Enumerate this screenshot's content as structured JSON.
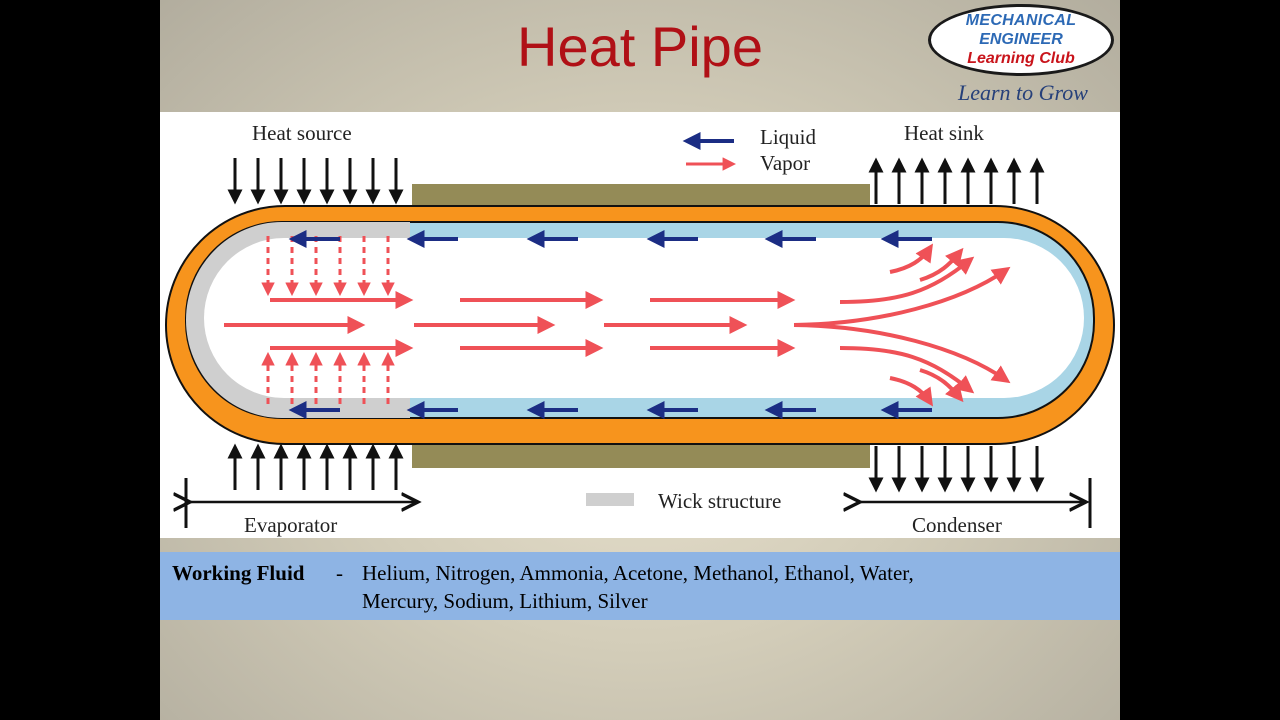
{
  "slide": {
    "title": "Heat Pipe"
  },
  "logo": {
    "line1": "MECHANICAL",
    "line2": "ENGINEER",
    "line3": "Learning Club",
    "tagline": "Learn to Grow"
  },
  "diagram": {
    "heat_source_label": "Heat source",
    "heat_sink_label": "Heat sink",
    "legend": {
      "liquid_label": "Liquid",
      "vapor_label": "Vapor",
      "wick_label": "Wick structure"
    },
    "evaporator_label": "Evaporator",
    "condenser_label": "Condenser",
    "colors": {
      "shell": "#f7941d",
      "wick": "#a9d5e6",
      "evaporator_wick": "#cfcfcf",
      "vapor_arrow": "#ef5157",
      "liquid_arrow": "#1b2d84",
      "insulation": "#948b57"
    }
  },
  "working_fluid": {
    "label": "Working Fluid",
    "separator": "-",
    "list_line1": "Helium, Nitrogen, Ammonia, Acetone,  Methanol, Ethanol, Water,",
    "list_line2": "Mercury, Sodium, Lithium, Silver"
  }
}
